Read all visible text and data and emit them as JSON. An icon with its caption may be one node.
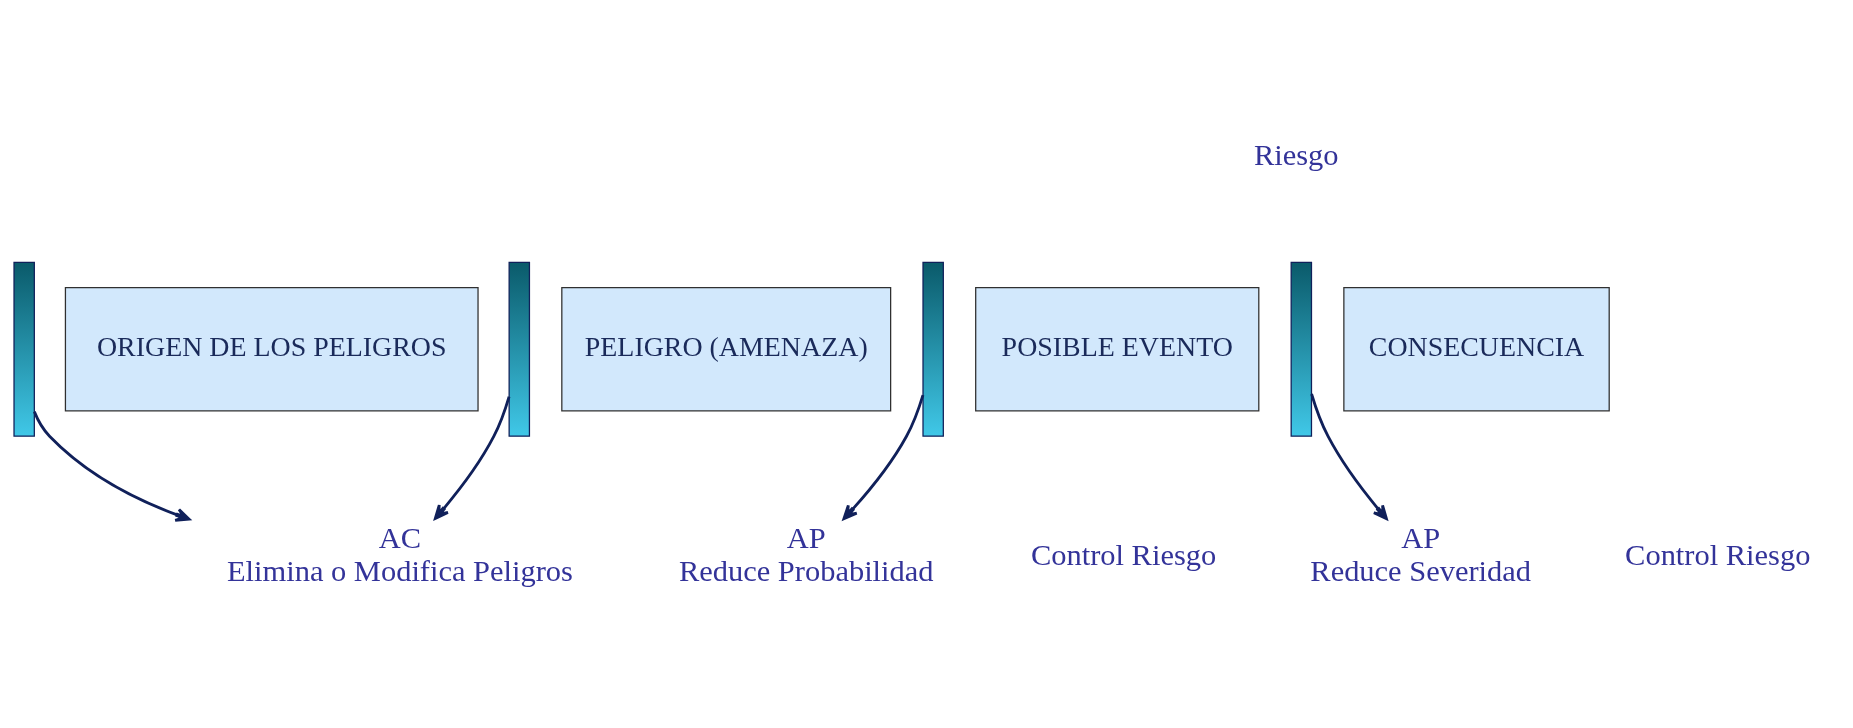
{
  "diagram": {
    "nodes": [
      {
        "text": [],
        "shape": "bar"
      },
      {
        "text": [
          "ORIGEN DE LOS PELIGROS"
        ]
      },
      {
        "text": [],
        "shape": "bar"
      },
      {
        "text": [
          "PELIGRO (AMENAZA)"
        ]
      },
      {
        "text": [],
        "shape": "bar"
      },
      {
        "text": [
          "POSIBLE EVENTO"
        ]
      },
      {
        "text": [],
        "shape": "bar"
      },
      {
        "text": [
          "CONSECUENCIA"
        ]
      },
      {
        "text": [
          "AC",
          "Elimina o Modifica Peligros"
        ]
      },
      {
        "text": [
          "AP",
          "Reduce Probabilidad"
        ]
      },
      {
        "text": [
          "AP",
          "Reduce Severidad"
        ]
      }
    ],
    "edges": [
      {
        "from": 0,
        "to": 8,
        "arrow": "to"
      },
      {
        "from": 2,
        "to": 8,
        "arrow": "to"
      },
      {
        "from": 4,
        "to": 9,
        "arrow": "to"
      },
      {
        "from": 6,
        "to": 10,
        "arrow": "to"
      }
    ],
    "labels": [
      "Riesgo",
      "Control Riesgo",
      "Control Riesgo"
    ]
  }
}
